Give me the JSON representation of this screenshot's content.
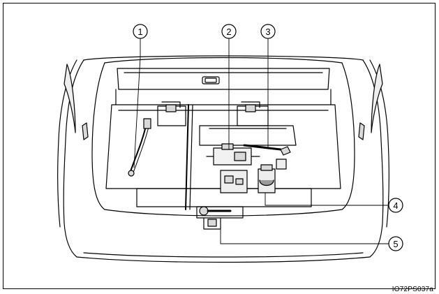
{
  "figure": {
    "image_code": "IO72PS037a",
    "callouts": [
      {
        "number": "1"
      },
      {
        "number": "2"
      },
      {
        "number": "3"
      },
      {
        "number": "4"
      },
      {
        "number": "5"
      }
    ],
    "colors": {
      "line": "#000000",
      "background": "#ffffff",
      "shade": "#d9d9d9"
    }
  }
}
